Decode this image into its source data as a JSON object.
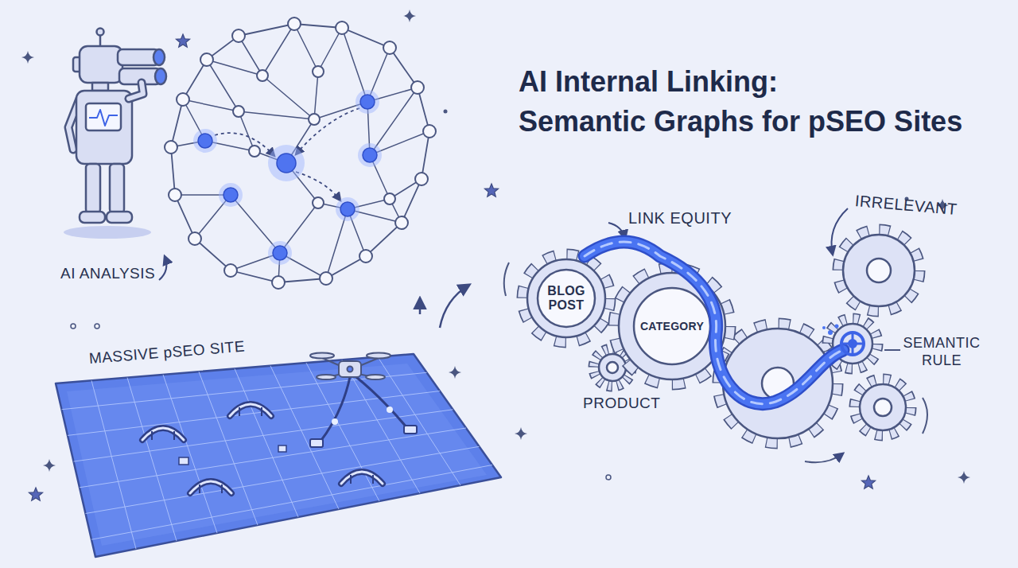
{
  "diagram": {
    "title": "AI Internal Linking: Semantic Graphs for pSEO Sites",
    "nodes": [
      {
        "text": [
          "BLOG POST"
        ]
      },
      {
        "text": [
          "CATEGORY"
        ]
      }
    ],
    "labels": [
      "AI ANALYSIS",
      "MASSIVE pSEO SITE",
      "LINK EQUITY",
      "IRRELEVANT",
      "PRODUCT",
      "SEMANTIC RULE"
    ]
  }
}
